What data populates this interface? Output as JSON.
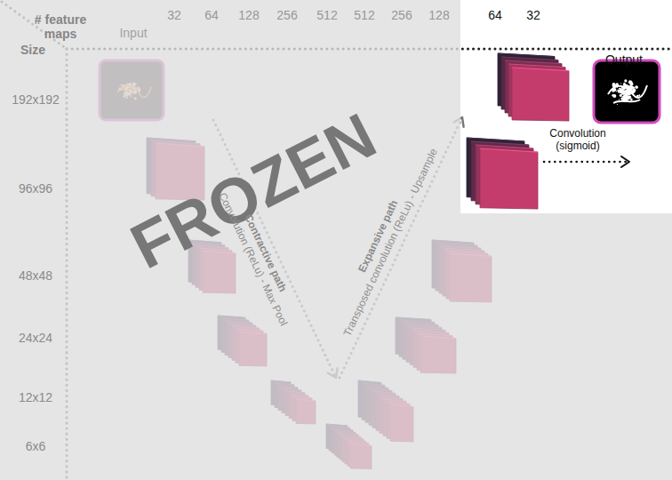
{
  "diagram": {
    "labels": [
      "# feature maps",
      "Input",
      "32",
      "64",
      "128",
      "256",
      "512",
      "512",
      "256",
      "128",
      "64",
      "32",
      "Output",
      "Size",
      "192x192",
      "96x96",
      "48x48",
      "24x24",
      "12x12",
      "6x6",
      "FROZEN",
      "Contractive path",
      "Convolution (ReLu) - Max Pool",
      "Expansive path",
      "Transposed convolution (ReLu) - Upsample",
      "Convolution (sigmoid)"
    ]
  }
}
